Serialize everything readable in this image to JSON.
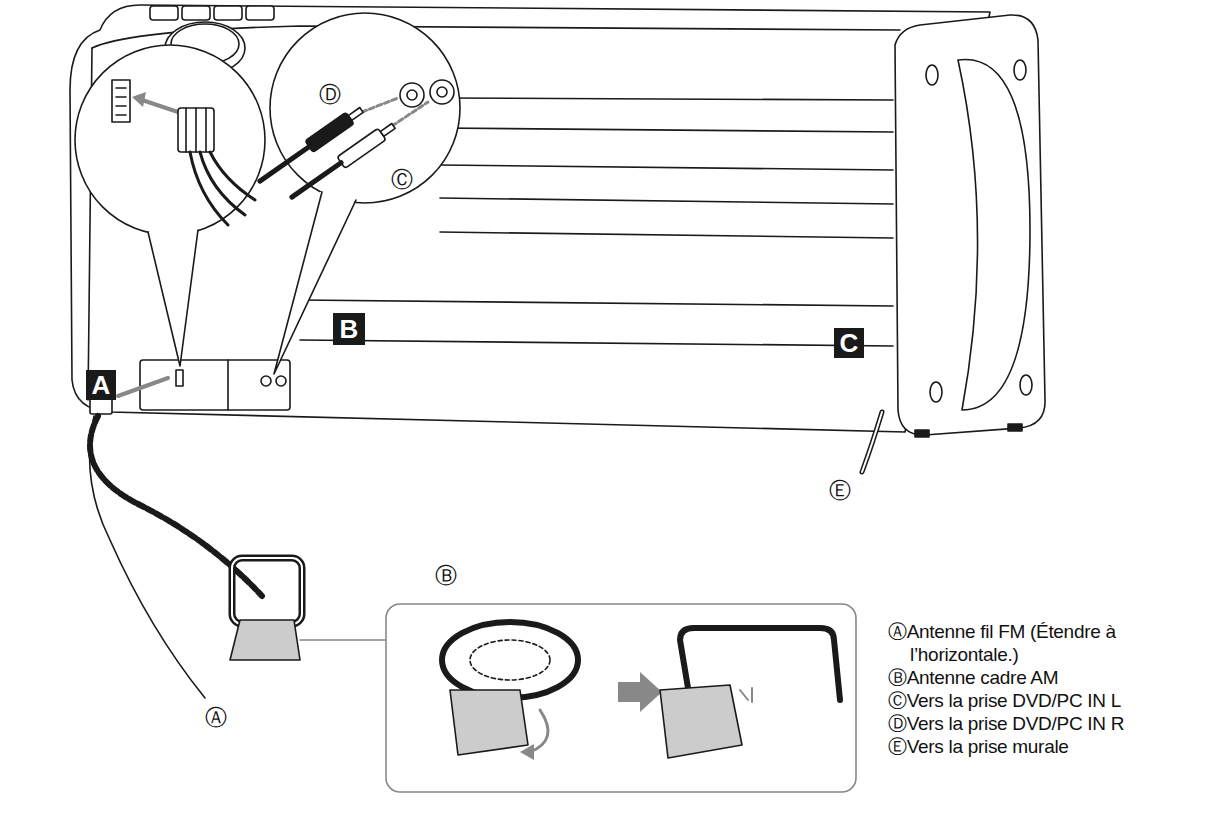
{
  "diagram": {
    "nodes": [
      {
        "text": [
          "A"
        ]
      },
      {
        "text": [
          "B"
        ]
      },
      {
        "text": [
          "C"
        ]
      }
    ],
    "labels": [
      "Ⓓ",
      "Ⓒ",
      "Ⓔ",
      "Ⓑ",
      "Ⓐ",
      "ⒶAntenne fil FM (Étendre à l’horizontale.)",
      "ⒷAntenne cadre AM",
      "ⒸVers la prise DVD/PC IN L",
      "ⒹVers la prise DVD/PC IN R",
      "ⒺVers la prise murale"
    ]
  }
}
